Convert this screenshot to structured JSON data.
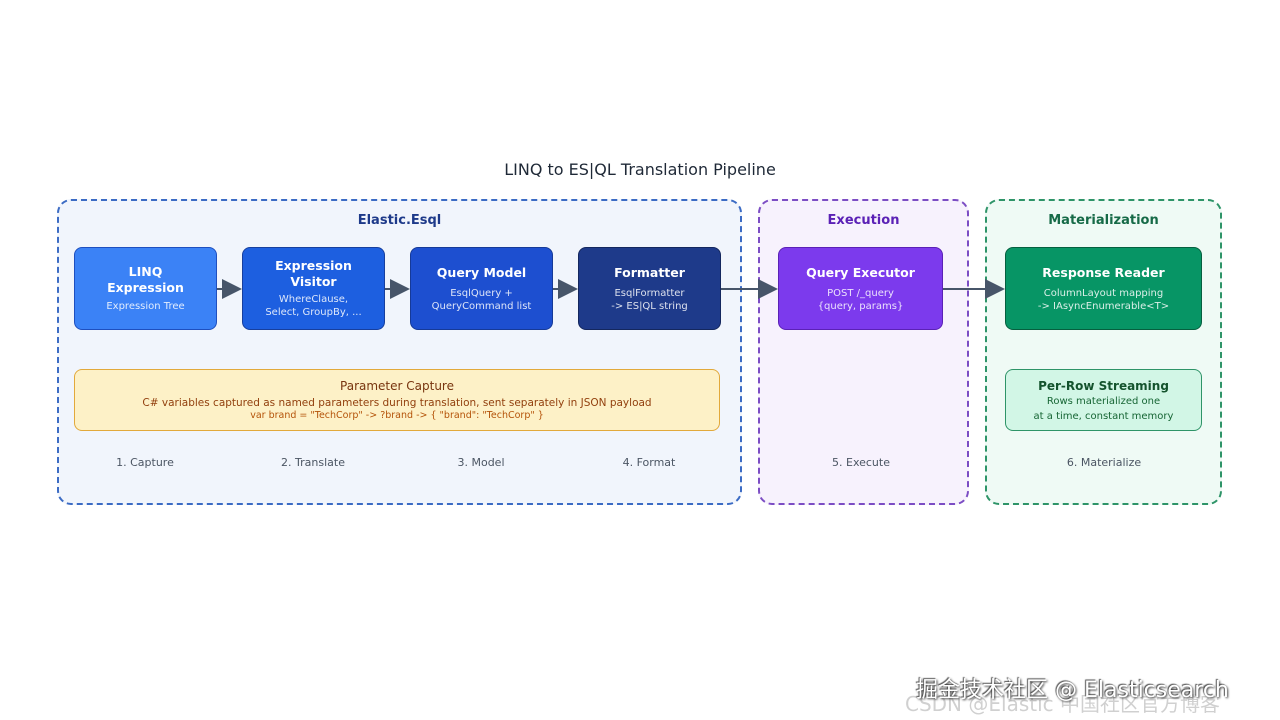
{
  "title": "LINQ to ES|QL Translation Pipeline",
  "groups": {
    "esql": "Elastic.Esql",
    "execution": "Execution",
    "materialization": "Materialization"
  },
  "nodes": {
    "linq": {
      "title_line1": "LINQ",
      "title_line2": "Expression",
      "sub": "Expression Tree"
    },
    "visitor": {
      "title_line1": "Expression",
      "title_line2": "Visitor",
      "sub_line1": "WhereClause,",
      "sub_line2": "Select, GroupBy, ..."
    },
    "model": {
      "title": "Query Model",
      "sub_line1": "EsqlQuery +",
      "sub_line2": "QueryCommand list"
    },
    "formatter": {
      "title": "Formatter",
      "sub_line1": "EsqlFormatter",
      "sub_line2": "-> ES|QL string"
    },
    "executor": {
      "title": "Query Executor",
      "sub_line1": "POST /_query",
      "sub_line2": "{query, params}"
    },
    "reader": {
      "title": "Response Reader",
      "sub_line1": "ColumnLayout mapping",
      "sub_line2": "-> IAsyncEnumerable<T>"
    }
  },
  "param_capture": {
    "title": "Parameter Capture",
    "desc": "C# variables captured as named parameters during translation, sent separately in JSON payload",
    "code": "var brand = \"TechCorp\" -> ?brand -> { \"brand\": \"TechCorp\" }"
  },
  "streaming": {
    "title": "Per-Row Streaming",
    "line1": "Rows materialized one",
    "line2": "at a time, constant memory"
  },
  "steps": [
    "1. Capture",
    "2. Translate",
    "3. Model",
    "4. Format",
    "5. Execute",
    "6. Materialize"
  ],
  "watermark": {
    "primary": "掘金技术社区 @ Elasticsearch",
    "secondary": "CSDN @Elastic 中国社区官方博客"
  }
}
